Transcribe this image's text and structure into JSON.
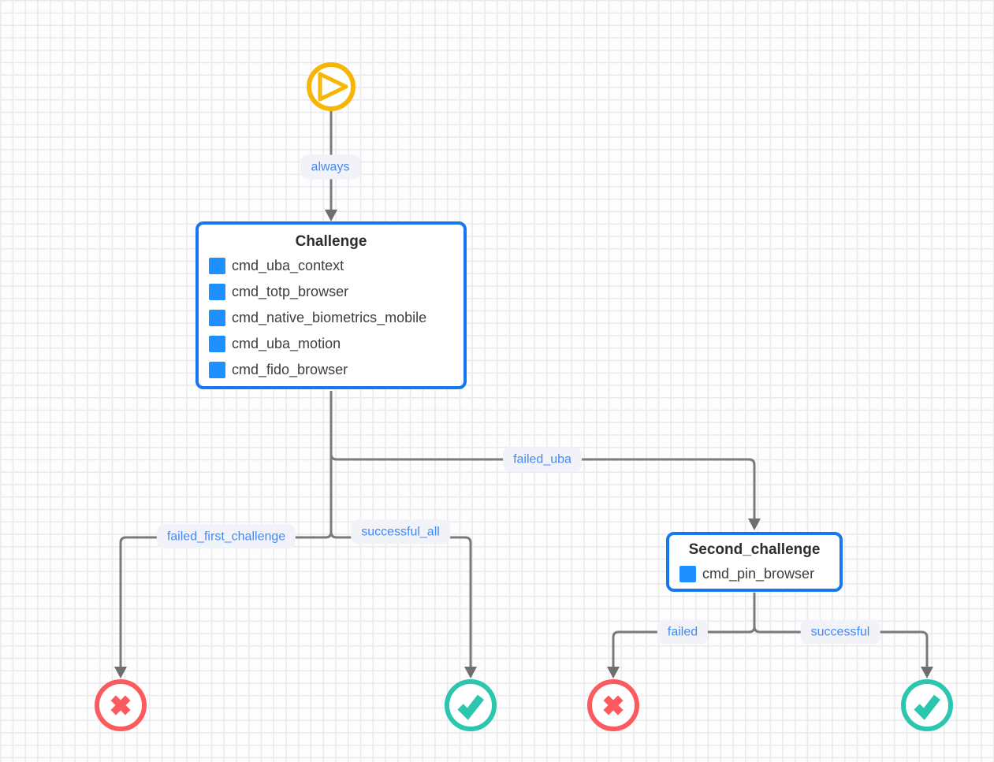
{
  "canvas": {
    "background": "#fdfdfd",
    "grid_color": "#eaeaee"
  },
  "colors": {
    "node_border": "#1677F0",
    "item_square": "#1E90FF",
    "edge_line": "#7a7a7a",
    "edge_label_text": "#418AF5",
    "edge_label_bg": "#F2F3F8",
    "start_node": "#F7B607",
    "fail_node": "#FB5B5F",
    "success_node": "#2AC6AE"
  },
  "nodes": {
    "start": {
      "icon": "play-icon"
    },
    "challenge": {
      "title": "Challenge",
      "items": [
        "cmd_uba_context",
        "cmd_totp_browser",
        "cmd_native_biometrics_mobile",
        "cmd_uba_motion",
        "cmd_fido_browser"
      ]
    },
    "second_challenge": {
      "title": "Second_challenge",
      "items": [
        "cmd_pin_browser"
      ]
    }
  },
  "edges": {
    "always": "always",
    "failed_uba": "failed_uba",
    "failed_first_challenge": "failed_first_challenge",
    "successful_all": "successful_all",
    "failed": "failed",
    "successful": "successful"
  },
  "terminals": {
    "fail_left": "reject",
    "success_left": "approve",
    "fail_right": "reject",
    "success_right": "approve"
  }
}
